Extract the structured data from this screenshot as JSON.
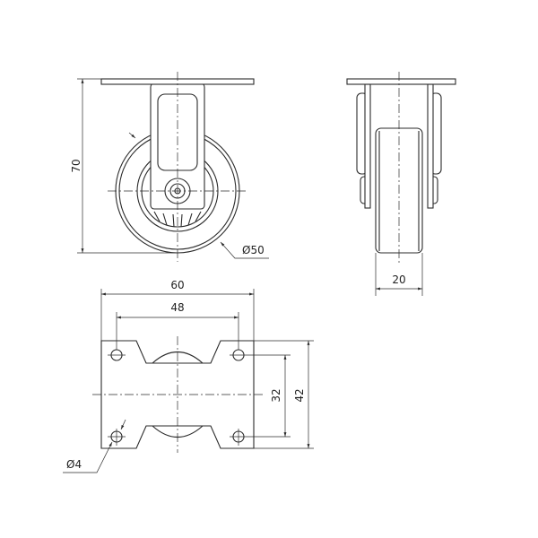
{
  "drawing": {
    "front_view": {
      "height_dim": "70",
      "wheel_diameter_dim": "Ø50"
    },
    "side_view": {
      "wheel_width_dim": "20"
    },
    "top_view": {
      "plate_width_dim": "60",
      "hole_spacing_x_dim": "48",
      "hole_spacing_y_dim": "32",
      "plate_depth_dim": "42",
      "hole_diameter_dim": "Ø4"
    }
  }
}
